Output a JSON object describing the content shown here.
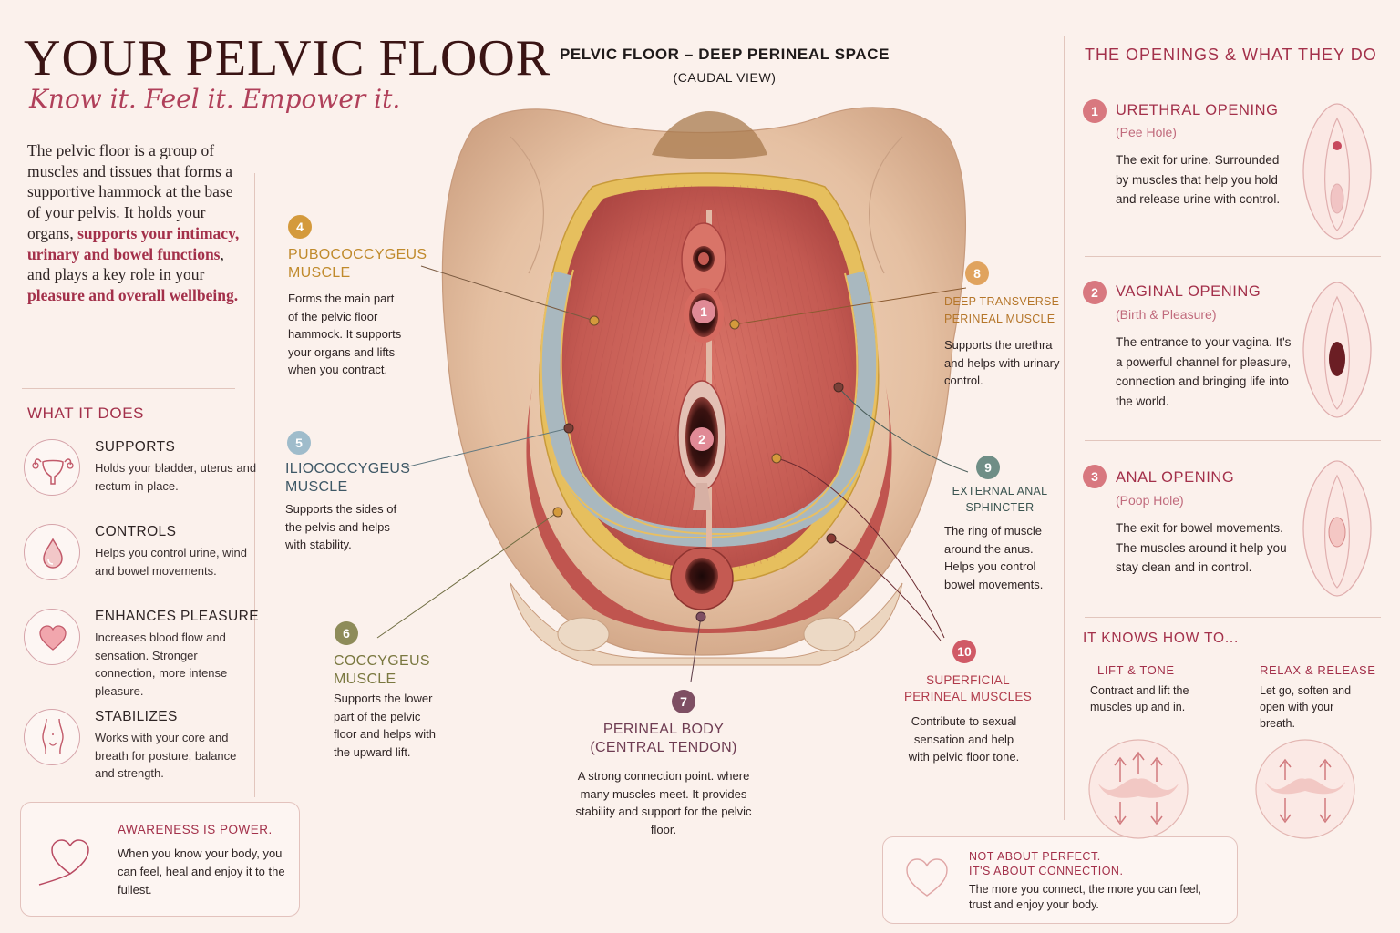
{
  "header": {
    "title": "YOUR PELVIC FLOOR",
    "subtitle": "Know it. Feel it. Empower it."
  },
  "intro": {
    "p1": "The pelvic floor is a group of muscles and tissues that forms a supportive hammock at the base of your pelvis.",
    "p2_a": "It holds your organs, ",
    "p2_hl1": "supports your intimacy, urinary and bowel functions",
    "p2_b": ", and plays a key role in your ",
    "p2_hl2": "pleasure and overall wellbeing."
  },
  "what_it_does": {
    "heading": "WHAT IT DOES",
    "items": [
      {
        "title": "SUPPORTS",
        "text": "Holds your bladder, uterus and rectum in place.",
        "icon": "uterus-icon"
      },
      {
        "title": "CONTROLS",
        "text": "Helps you control urine, wind and bowel movements.",
        "icon": "drop-icon"
      },
      {
        "title": "ENHANCES PLEASURE",
        "text": "Increases blood flow and sensation. Stronger connection, more intense pleasure.",
        "icon": "heart-icon"
      },
      {
        "title": "STABILIZES",
        "text": "Works with your core and breath for posture, balance and strength.",
        "icon": "body-icon"
      }
    ]
  },
  "awareness": {
    "title": "AWARENESS IS POWER.",
    "text": "When you know your body, you can feel, heal and enjoy it to the fullest."
  },
  "diagram": {
    "title": "PELVIC FLOOR – DEEP PERINEAL SPACE",
    "subtitle": "(CAUDAL VIEW)",
    "opening_markers": [
      "1",
      "2"
    ],
    "labels": [
      {
        "num": "4",
        "title": "PUBOCOCCYGEUS MUSCLE",
        "text": "Forms the main part of the pelvic floor hammock. It supports your organs and lifts when you contract.",
        "color": "#d49a3c"
      },
      {
        "num": "5",
        "title": "ILIOCOCCYGEUS MUSCLE",
        "text": "Supports the sides of the pelvis and helps with stability.",
        "color": "#9fbccb"
      },
      {
        "num": "6",
        "title": "COCCYGEUS MUSCLE",
        "text": "Supports the lower part of the pelvic floor and helps with the upward lift.",
        "color": "#8e8c5a"
      },
      {
        "num": "7",
        "title": "PERINEAL BODY (CENTRAL TENDON)",
        "text": "A strong connection point. where many muscles meet. It provides stability and support for the pelvic floor.",
        "color": "#7e4f63"
      },
      {
        "num": "8",
        "title": "DEEP TRANSVERSE PERINEAL MUSCLE",
        "text": "Supports the urethra and helps with urinary control.",
        "color": "#e0a35e"
      },
      {
        "num": "9",
        "title": "EXTERNAL ANAL SPHINCTER",
        "text": "The ring of muscle around the anus. Helps you control bowel movements.",
        "color": "#6f8e86"
      },
      {
        "num": "10",
        "title": "SUPERFICIAL PERINEAL MUSCLES",
        "text": "Contribute to sexual sensation and help with pelvic floor tone.",
        "color": "#d05a66"
      }
    ]
  },
  "openings": {
    "heading": "THE OPENINGS & WHAT THEY DO",
    "items": [
      {
        "num": "1",
        "title": "URETHRAL OPENING",
        "sub": "(Pee Hole)",
        "text": "The exit for urine. Surrounded by muscles that help you hold and release urine with control."
      },
      {
        "num": "2",
        "title": "VAGINAL OPENING",
        "sub": "(Birth & Pleasure)",
        "text": "The entrance to your vagina. It's a powerful channel for pleasure, connection and bringing life into the world."
      },
      {
        "num": "3",
        "title": "ANAL OPENING",
        "sub": "(Poop Hole)",
        "text": "The exit for bowel movements. The muscles around it help you stay clean and in control."
      }
    ]
  },
  "knows": {
    "heading": "IT KNOWS HOW TO...",
    "items": [
      {
        "title": "LIFT & TONE",
        "text": "Contract and lift the muscles up and in."
      },
      {
        "title": "RELAX & RELEASE",
        "text": "Let go, soften and open with your breath."
      }
    ]
  },
  "connection": {
    "title1": "NOT ABOUT PERFECT.",
    "title2": "IT'S ABOUT CONNECTION.",
    "text": "The more you connect, the more you can feel, trust and enjoy your body."
  },
  "colors": {
    "accent": "#a3304a",
    "muscle": "#c9605c",
    "skin": "#e8c4a8",
    "tendon": "#a7b4ba",
    "fat": "#e6bf5e"
  }
}
